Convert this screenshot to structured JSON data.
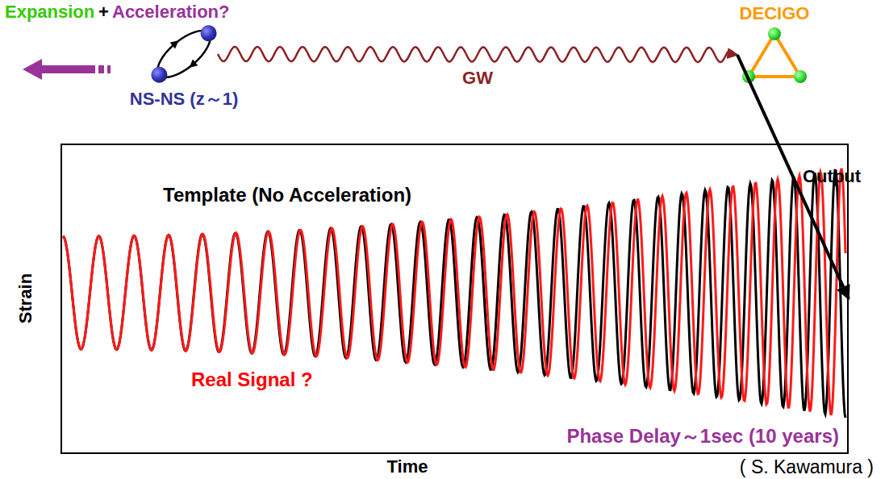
{
  "diagram": {
    "nodes": [
      {
        "text": [
          "NS-NS (z～1)"
        ]
      },
      {
        "text": [
          "DECIGO"
        ]
      },
      {
        "text": [
          "Template (No Acceleration)",
          "Real Signal ?",
          "Phase Delay～1sec (10 years)"
        ]
      }
    ],
    "edges": [
      {
        "from": 0,
        "to": 1,
        "label": "GW",
        "arrow": "to"
      },
      {
        "from": 1,
        "to": 2,
        "label": "Output",
        "arrow": "to"
      }
    ],
    "labels": [
      "Expansion",
      "+",
      "Acceleration?",
      "Strain",
      "Time",
      "( S. Kawamura )"
    ]
  }
}
